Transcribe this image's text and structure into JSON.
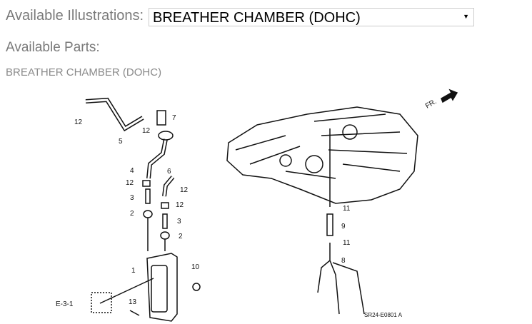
{
  "illustrations": {
    "label": "Available Illustrations:",
    "selected": "BREATHER CHAMBER (DOHC)"
  },
  "parts": {
    "label": "Available Parts:",
    "subtitle": "BREATHER CHAMBER (DOHC)"
  },
  "diagram": {
    "callouts": [
      "12",
      "5",
      "12",
      "7",
      "4",
      "12",
      "3",
      "2",
      "6",
      "12",
      "12",
      "3",
      "2",
      "1",
      "10",
      "E-3-1",
      "13",
      "11",
      "9",
      "11",
      "8"
    ],
    "direction": "FR.",
    "code": "SR24-E0801 A"
  }
}
